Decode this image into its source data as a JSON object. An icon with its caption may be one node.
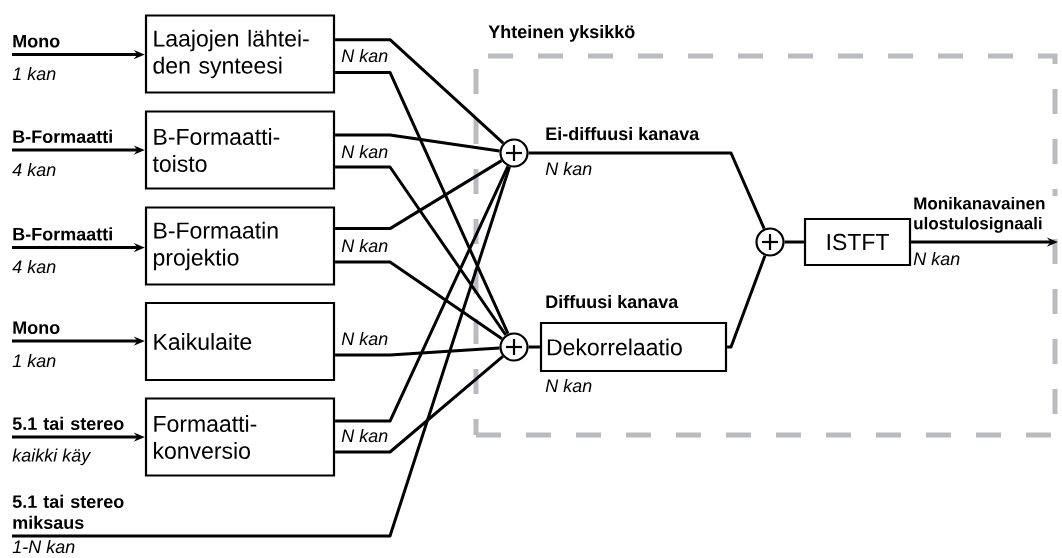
{
  "diagram": {
    "nodes": [
      {
        "text": [
          "Mono"
        ],
        "beside": [
          "1 kan"
        ]
      },
      {
        "text": [
          "Laajojen lähtei- den synteesi"
        ]
      },
      {
        "text": [
          "B-Formaatti"
        ],
        "beside": [
          "4 kan"
        ]
      },
      {
        "text": [
          "B-Formaatti- toisto"
        ]
      },
      {
        "text": [
          "B-Formaatti"
        ],
        "beside": [
          "4 kan"
        ]
      },
      {
        "text": [
          "B-Formaatin projektio"
        ]
      },
      {
        "text": [
          "Mono"
        ],
        "beside": [
          "1 kan"
        ]
      },
      {
        "text": [
          "Kaikulaite"
        ]
      },
      {
        "text": [
          "5.1 tai stereo"
        ],
        "beside": [
          "kaikki käy"
        ]
      },
      {
        "text": [
          "Formaatti- konversio"
        ]
      },
      {
        "text": [
          "5.1 tai stereo miksaus"
        ],
        "beside": [
          "1-N kan"
        ]
      },
      {
        "text": [
          "Yhteinen yksikkö"
        ]
      },
      {
        "text": [],
        "shape": "circle",
        "in": 11
      },
      {
        "text": [],
        "shape": "circle",
        "in": 11
      },
      {
        "text": [
          "Dekorrelaatio"
        ],
        "in": 11
      },
      {
        "text": [],
        "shape": "circle",
        "in": 11
      },
      {
        "text": [
          "ISTFT"
        ],
        "in": 11
      }
    ],
    "edges": [
      {
        "from": 0,
        "to": 1,
        "arrow": "to"
      },
      {
        "from": 2,
        "to": 3,
        "arrow": "to"
      },
      {
        "from": 4,
        "to": 5,
        "arrow": "to"
      },
      {
        "from": 6,
        "to": 7,
        "arrow": "to"
      },
      {
        "from": 8,
        "to": 9,
        "arrow": "to"
      },
      {
        "from": 1,
        "to": 12,
        "arrow": "none",
        "label": "N kan"
      },
      {
        "from": 1,
        "to": 13,
        "arrow": "none"
      },
      {
        "from": 3,
        "to": 12,
        "arrow": "none",
        "label": "N kan"
      },
      {
        "from": 3,
        "to": 13,
        "arrow": "none"
      },
      {
        "from": 5,
        "to": 12,
        "arrow": "none",
        "label": "N kan"
      },
      {
        "from": 5,
        "to": 13,
        "arrow": "none"
      },
      {
        "from": 7,
        "to": 13,
        "arrow": "none",
        "label": "N kan"
      },
      {
        "from": 9,
        "to": 12,
        "arrow": "none",
        "label": "N kan"
      },
      {
        "from": 9,
        "to": 13,
        "arrow": "none"
      },
      {
        "from": 10,
        "to": 12,
        "arrow": "none"
      },
      {
        "from": 12,
        "to": 15,
        "arrow": "none",
        "label": "Ei-diffuusi kanava"
      },
      {
        "from": 13,
        "to": 14,
        "arrow": "none"
      },
      {
        "from": 14,
        "to": 15,
        "arrow": "none"
      },
      {
        "from": 15,
        "to": 16,
        "arrow": "none"
      },
      {
        "from": 16,
        "to": null,
        "arrow": "to",
        "label": "Monikanavainen ulostulosignaali"
      }
    ],
    "labels": [
      "N kan",
      "Diffuusi kanava",
      "N kan",
      "N kan"
    ]
  }
}
